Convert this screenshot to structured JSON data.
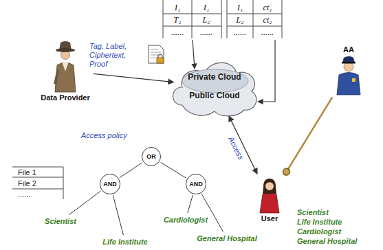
{
  "diagram": {
    "nodes": [
      {
        "text": [
          "Data Provider"
        ]
      },
      {
        "text": [
          "Private Cloud",
          "Public Cloud"
        ]
      },
      {
        "text": [
          "AA"
        ]
      },
      {
        "text": [
          "User"
        ]
      },
      {
        "text": [
          "OR"
        ]
      },
      {
        "text": [
          "AND"
        ]
      },
      {
        "text": [
          "AND"
        ]
      },
      {
        "text": [
          "Scientist"
        ]
      },
      {
        "text": [
          "Life Institute"
        ]
      },
      {
        "text": [
          "Cardiologist"
        ]
      },
      {
        "text": [
          "General Hospital"
        ]
      }
    ],
    "edges": [
      {
        "from": 0,
        "to": 1,
        "arrow": "to",
        "label": "Tag, Label, Ciphertext, Proof"
      },
      {
        "from": 3,
        "to": 1,
        "arrow": "both",
        "label": "Access"
      },
      {
        "from": 2,
        "to": 3,
        "arrow": "to"
      },
      {
        "from": 4,
        "to": 5,
        "arrow": "none"
      },
      {
        "from": 4,
        "to": 6,
        "arrow": "none"
      },
      {
        "from": 5,
        "to": 7,
        "arrow": "none"
      },
      {
        "from": 5,
        "to": 8,
        "arrow": "none"
      },
      {
        "from": 6,
        "to": 9,
        "arrow": "none"
      },
      {
        "from": 6,
        "to": 10,
        "arrow": "none"
      }
    ],
    "labels": [
      "Access policy",
      "File 1",
      "File 2",
      "......",
      "I₁",
      "I₁",
      "T₂",
      "L₂",
      "......",
      "......",
      "I₁",
      "ct₁",
      "L₂",
      "ct₂",
      "......",
      "......",
      "Scientist",
      "Life Institute",
      "Cardiologist",
      "General Hospital"
    ]
  }
}
